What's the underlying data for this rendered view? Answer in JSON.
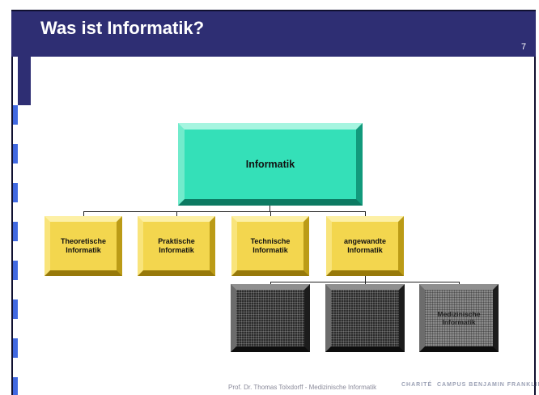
{
  "slide": {
    "title": "Was ist Informatik?",
    "number": "7"
  },
  "diagram": {
    "root": "Informatik",
    "children": [
      "Theoretische Informatik",
      "Praktische Informatik",
      "Technische Informatik",
      "angewandte Informatik"
    ],
    "sub_children": [
      "",
      "",
      "Medizinische Informatik"
    ]
  },
  "footer": {
    "text": "Prof. Dr. Thomas Tolxdorff - Medizinische Informatik",
    "logo_left": "CHARITÉ",
    "logo_right": "CAMPUS BENJAMIN FRANKLIN"
  },
  "colors": {
    "title_bar": "#2e2e73",
    "root_box": "#34e0b8",
    "child_box": "#f3d64e",
    "sub_box": "#2c2c2c",
    "stripe_a": "#4169e1",
    "stripe_b": "#ffffff"
  }
}
